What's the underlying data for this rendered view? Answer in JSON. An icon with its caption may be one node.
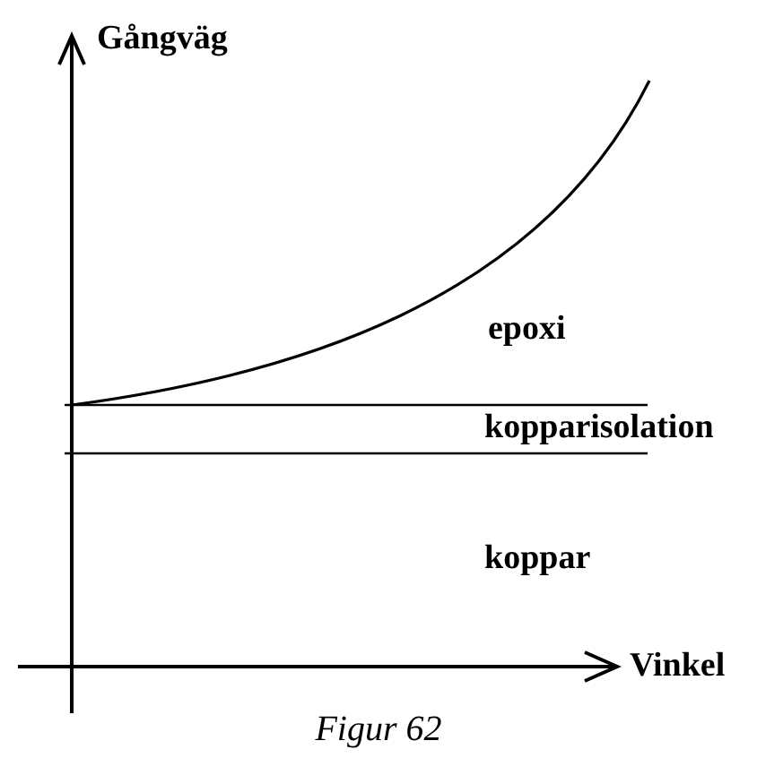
{
  "diagram": {
    "caption": "Figur 62",
    "labels": [
      "Gångväg",
      "epoxi",
      "kopparisolation",
      "koppar",
      "Vinkel"
    ]
  }
}
